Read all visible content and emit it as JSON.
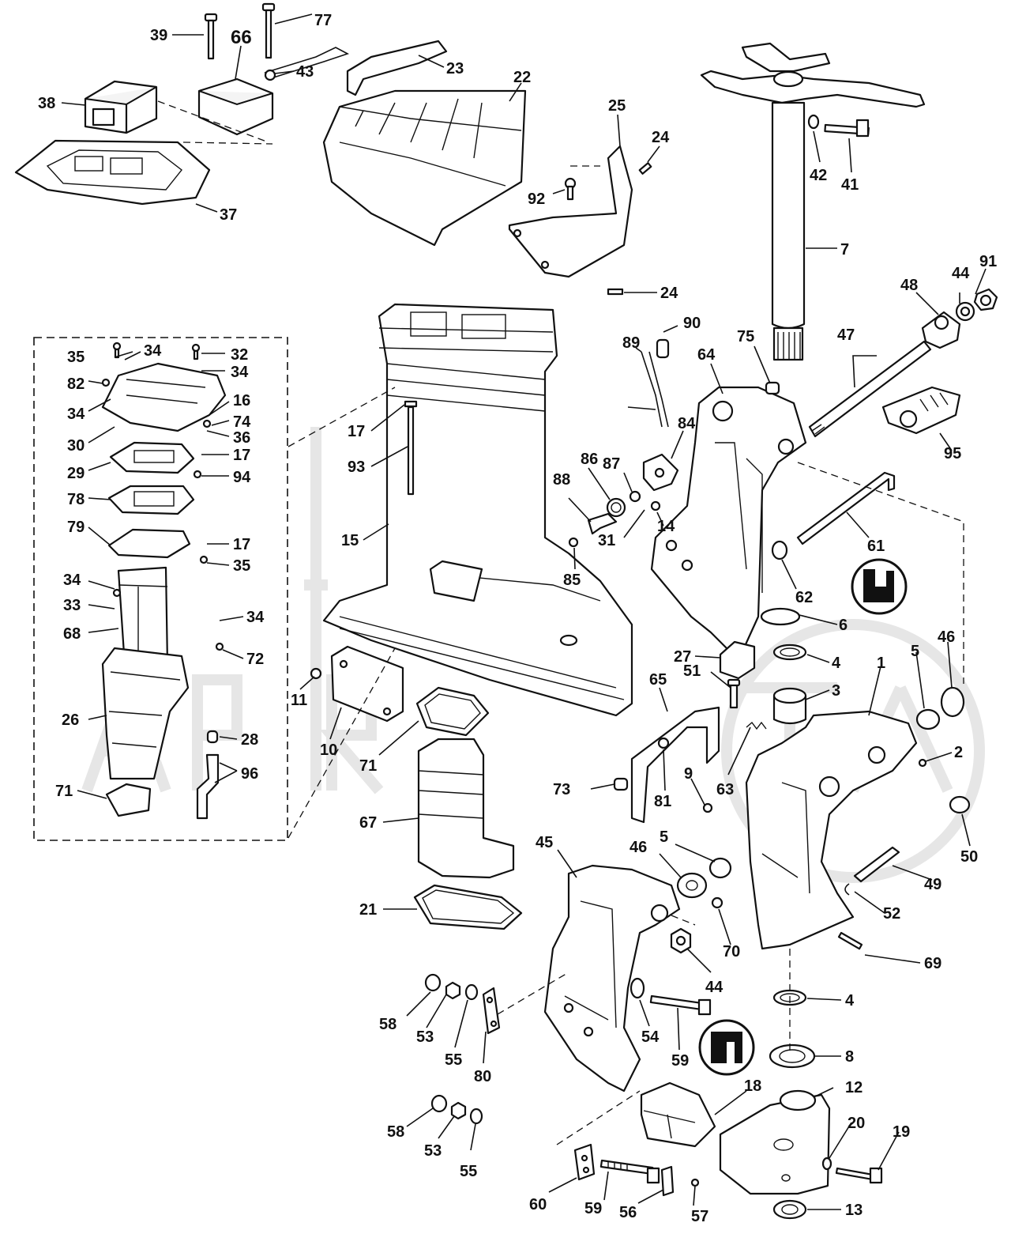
{
  "diagram": {
    "watermark": "PARTZILLA",
    "callouts": [
      {
        "id": "c39",
        "label": "39"
      },
      {
        "id": "c66",
        "label": "66"
      },
      {
        "id": "c77",
        "label": "77"
      },
      {
        "id": "c43",
        "label": "43"
      },
      {
        "id": "c38",
        "label": "38"
      },
      {
        "id": "c37",
        "label": "37"
      },
      {
        "id": "c23",
        "label": "23"
      },
      {
        "id": "c22",
        "label": "22"
      },
      {
        "id": "c25",
        "label": "25"
      },
      {
        "id": "c24a",
        "label": "24"
      },
      {
        "id": "c92",
        "label": "92"
      },
      {
        "id": "c24b",
        "label": "24"
      },
      {
        "id": "c42",
        "label": "42"
      },
      {
        "id": "c41",
        "label": "41"
      },
      {
        "id": "c7",
        "label": "7"
      },
      {
        "id": "c91",
        "label": "91"
      },
      {
        "id": "c44a",
        "label": "44"
      },
      {
        "id": "c48",
        "label": "48"
      },
      {
        "id": "c47",
        "label": "47"
      },
      {
        "id": "c95",
        "label": "95"
      },
      {
        "id": "c90",
        "label": "90"
      },
      {
        "id": "c89",
        "label": "89"
      },
      {
        "id": "c64",
        "label": "64"
      },
      {
        "id": "c75",
        "label": "75"
      },
      {
        "id": "c84",
        "label": "84"
      },
      {
        "id": "c86",
        "label": "86"
      },
      {
        "id": "c87",
        "label": "87"
      },
      {
        "id": "c88",
        "label": "88"
      },
      {
        "id": "c31",
        "label": "31"
      },
      {
        "id": "c14",
        "label": "14"
      },
      {
        "id": "c61",
        "label": "61"
      },
      {
        "id": "c62",
        "label": "62"
      },
      {
        "id": "c85",
        "label": "85"
      },
      {
        "id": "c35a",
        "label": "35"
      },
      {
        "id": "c34a",
        "label": "34"
      },
      {
        "id": "c32",
        "label": "32"
      },
      {
        "id": "c34b",
        "label": "34"
      },
      {
        "id": "c82",
        "label": "82"
      },
      {
        "id": "c34c",
        "label": "34"
      },
      {
        "id": "c16",
        "label": "16"
      },
      {
        "id": "c74",
        "label": "74"
      },
      {
        "id": "c30",
        "label": "30"
      },
      {
        "id": "c36",
        "label": "36"
      },
      {
        "id": "c17a",
        "label": "17"
      },
      {
        "id": "c29",
        "label": "29"
      },
      {
        "id": "c94",
        "label": "94"
      },
      {
        "id": "c78",
        "label": "78"
      },
      {
        "id": "c79",
        "label": "79"
      },
      {
        "id": "c17b",
        "label": "17"
      },
      {
        "id": "c35b",
        "label": "35"
      },
      {
        "id": "c34d",
        "label": "34"
      },
      {
        "id": "c33",
        "label": "33"
      },
      {
        "id": "c68",
        "label": "68"
      },
      {
        "id": "c34e",
        "label": "34"
      },
      {
        "id": "c72",
        "label": "72"
      },
      {
        "id": "c26",
        "label": "26"
      },
      {
        "id": "c28",
        "label": "28"
      },
      {
        "id": "c96",
        "label": "96"
      },
      {
        "id": "c71a",
        "label": "71"
      },
      {
        "id": "c17c",
        "label": "17"
      },
      {
        "id": "c93",
        "label": "93"
      },
      {
        "id": "c15",
        "label": "15"
      },
      {
        "id": "c11",
        "label": "11"
      },
      {
        "id": "c10",
        "label": "10"
      },
      {
        "id": "c71b",
        "label": "71"
      },
      {
        "id": "c67",
        "label": "67"
      },
      {
        "id": "c21",
        "label": "21"
      },
      {
        "id": "c27",
        "label": "27"
      },
      {
        "id": "c6",
        "label": "6"
      },
      {
        "id": "c4a",
        "label": "4"
      },
      {
        "id": "c51",
        "label": "51"
      },
      {
        "id": "c3",
        "label": "3"
      },
      {
        "id": "c1",
        "label": "1"
      },
      {
        "id": "c5a",
        "label": "5"
      },
      {
        "id": "c46a",
        "label": "46"
      },
      {
        "id": "c2",
        "label": "2"
      },
      {
        "id": "c65",
        "label": "65"
      },
      {
        "id": "c63",
        "label": "63"
      },
      {
        "id": "c73",
        "label": "73"
      },
      {
        "id": "c81",
        "label": "81"
      },
      {
        "id": "c9",
        "label": "9"
      },
      {
        "id": "c50",
        "label": "50"
      },
      {
        "id": "c46b",
        "label": "46"
      },
      {
        "id": "c5b",
        "label": "5"
      },
      {
        "id": "c45",
        "label": "45"
      },
      {
        "id": "c49",
        "label": "49"
      },
      {
        "id": "c52",
        "label": "52"
      },
      {
        "id": "c70",
        "label": "70"
      },
      {
        "id": "c69",
        "label": "69"
      },
      {
        "id": "c44b",
        "label": "44"
      },
      {
        "id": "c4b",
        "label": "4"
      },
      {
        "id": "c58a",
        "label": "58"
      },
      {
        "id": "c53a",
        "label": "53"
      },
      {
        "id": "c55a",
        "label": "55"
      },
      {
        "id": "c80",
        "label": "80"
      },
      {
        "id": "c54",
        "label": "54"
      },
      {
        "id": "c59a",
        "label": "59"
      },
      {
        "id": "c8",
        "label": "8"
      },
      {
        "id": "c18",
        "label": "18"
      },
      {
        "id": "c12",
        "label": "12"
      },
      {
        "id": "c58b",
        "label": "58"
      },
      {
        "id": "c53b",
        "label": "53"
      },
      {
        "id": "c55b",
        "label": "55"
      },
      {
        "id": "c20",
        "label": "20"
      },
      {
        "id": "c19",
        "label": "19"
      },
      {
        "id": "c60",
        "label": "60"
      },
      {
        "id": "c59b",
        "label": "59"
      },
      {
        "id": "c56",
        "label": "56"
      },
      {
        "id": "c57",
        "label": "57"
      },
      {
        "id": "c13",
        "label": "13"
      }
    ]
  }
}
